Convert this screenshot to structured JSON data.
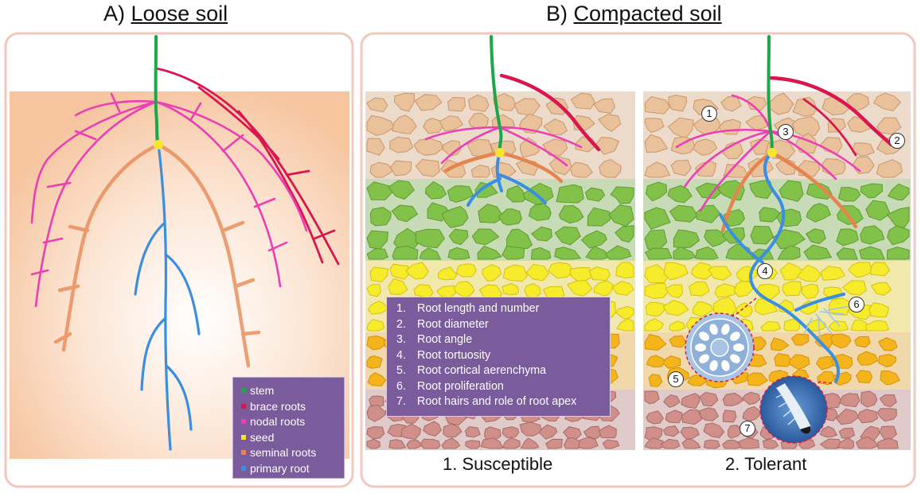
{
  "panel_a": {
    "prefix": "A)",
    "title": "Loose soil"
  },
  "panel_b": {
    "prefix": "B)",
    "title": "Compacted soil"
  },
  "legend": [
    {
      "label": "stem",
      "color": "#1ea64a"
    },
    {
      "label": "brace roots",
      "color": "#e0124f"
    },
    {
      "label": "nodal roots",
      "color": "#ec3fb3"
    },
    {
      "label": "seed",
      "color": "#f6e52c"
    },
    {
      "label": "seminal roots",
      "color": "#e6844e"
    },
    {
      "label": "primary root",
      "color": "#3b8ee0"
    }
  ],
  "traits": [
    {
      "num": "1.",
      "label": "Root length and number"
    },
    {
      "num": "2.",
      "label": "Root diameter"
    },
    {
      "num": "3.",
      "label": "Root angle"
    },
    {
      "num": "4.",
      "label": "Root tortuosity"
    },
    {
      "num": "5.",
      "label": "Root cortical aerenchyma"
    },
    {
      "num": "6.",
      "label": "Root proliferation"
    },
    {
      "num": "7.",
      "label": "Root hairs and role of root apex"
    }
  ],
  "captions": {
    "susceptible": "1. Susceptible",
    "tolerant": "2. Tolerant"
  },
  "markers": [
    "1",
    "2",
    "3",
    "4",
    "5",
    "6",
    "7"
  ],
  "colors": {
    "panel_border": "#f2c7bd",
    "soil_loose": "#f6c9a4",
    "soil_tan": "#e9c29b",
    "soil_green": "#82c24a",
    "soil_yellow": "#f6ec2c",
    "soil_orange": "#f4b41c",
    "soil_pink": "#d18f8a",
    "box_purple": "#7a5b9b"
  }
}
